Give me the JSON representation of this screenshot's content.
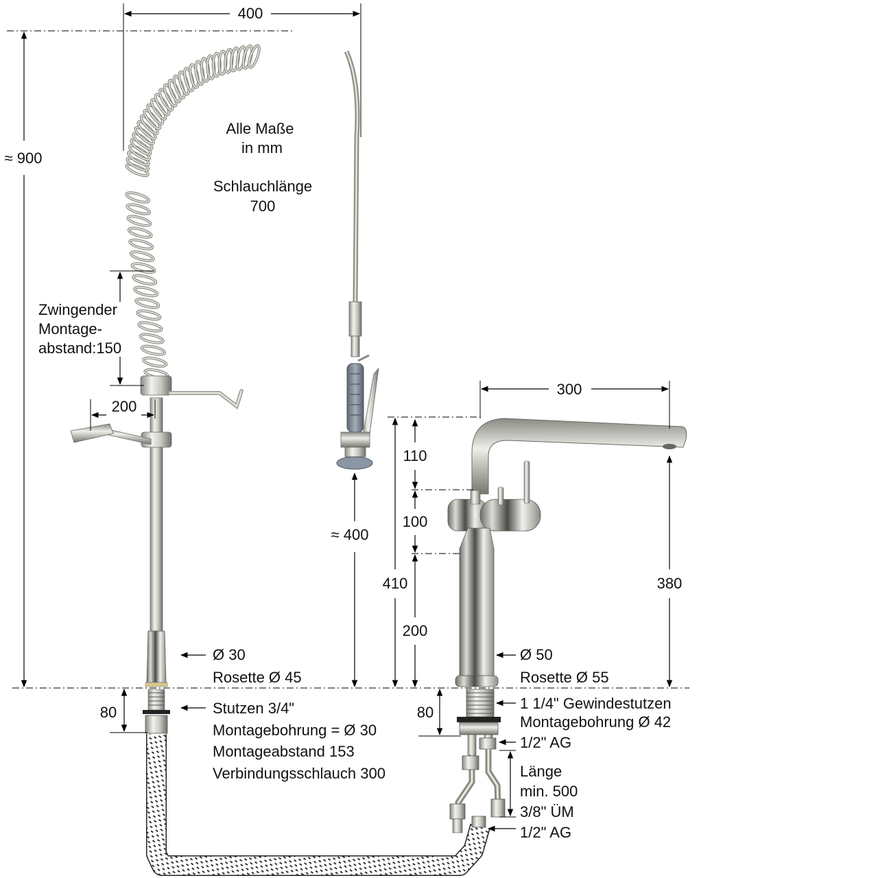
{
  "notes": {
    "line1": "Alle Maße",
    "line2": "in mm",
    "hose_label": "Schlauchlänge",
    "hose_value": "700"
  },
  "left_unit": {
    "width_top": "400",
    "height_total": "≈ 900",
    "mount_label_1": "Zwingender",
    "mount_label_2": "Montage-",
    "mount_label_3": "abstand:150",
    "wall_arm": "200",
    "spray_height": "≈ 400",
    "diameter": "Ø 30",
    "rosette": "Rosette Ø 45",
    "stub_height": "80",
    "stub": "Stutzen 3/4\"",
    "bore": "Montagebohrung = Ø 30",
    "spacing": "Montageabstand 153",
    "conn_hose": "Verbindungsschlauch 300"
  },
  "right_unit": {
    "spout_reach": "300",
    "dim_110": "110",
    "dim_100": "100",
    "dim_410": "410",
    "dim_200": "200",
    "dim_380": "380",
    "diameter": "Ø 50",
    "rosette": "Rosette Ø 55",
    "stub_height": "80",
    "thread": "1 1/4\" Gewindestutzen",
    "bore": "Montagebohrung Ø 42",
    "ag_top": "1/2\" AG",
    "length_1": "Länge",
    "length_2": "min. 500",
    "um": "3/8\" ÜM",
    "ag_bottom": "1/2\" AG"
  },
  "colors": {
    "steel_light": "#e6e6e0",
    "steel_mid": "#b9b9b0",
    "steel_dark": "#7f7f78",
    "grip": "#7d8895",
    "line": "#000000"
  }
}
